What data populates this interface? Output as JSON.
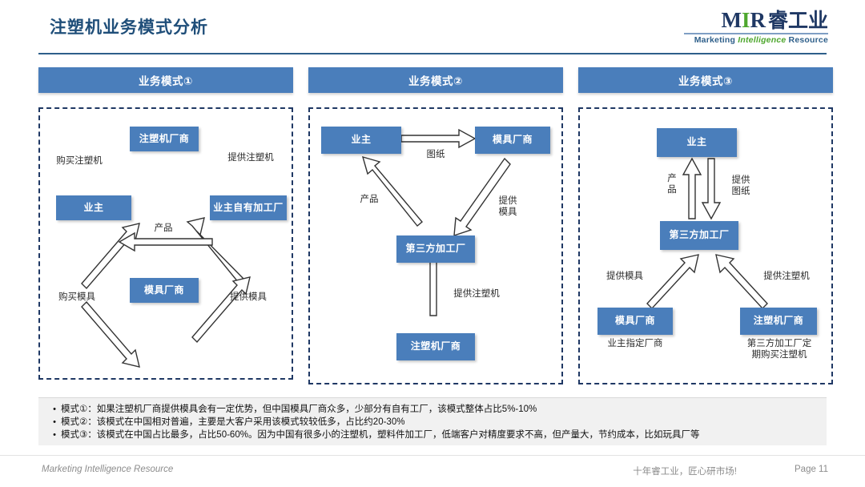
{
  "header": {
    "title": "注塑机业务模式分析",
    "logo": {
      "letter_m": "M",
      "letter_i": "I",
      "letter_r": "R",
      "brand_cn": "睿工业",
      "tagline_pre": "Marketing ",
      "tagline_em": "Intelligence",
      "tagline_post": " Resource",
      "accent_green": "#4ea72e",
      "accent_navy": "#1f3864"
    }
  },
  "theme": {
    "box_blue": "#4a7ebb",
    "title_blue": "#1f4e79",
    "dash_navy": "#1f3864"
  },
  "panels": [
    {
      "header": "业务模式①",
      "nodes": [
        {
          "id": "n1",
          "label": "注塑机厂商"
        },
        {
          "id": "n2",
          "label": "业主"
        },
        {
          "id": "n3",
          "label": "业主自有加工厂"
        },
        {
          "id": "n4",
          "label": "模具厂商"
        }
      ],
      "arrow_labels": [
        {
          "id": "a1",
          "text": "购买注塑机"
        },
        {
          "id": "a2",
          "text": "提供注塑机"
        },
        {
          "id": "a3",
          "text": "产品"
        },
        {
          "id": "a4",
          "text": "购买模具"
        },
        {
          "id": "a5",
          "text": "提供模具"
        }
      ]
    },
    {
      "header": "业务模式②",
      "nodes": [
        {
          "id": "n1",
          "label": "业主"
        },
        {
          "id": "n2",
          "label": "模具厂商"
        },
        {
          "id": "n3",
          "label": "第三方加工厂"
        },
        {
          "id": "n4",
          "label": "注塑机厂商"
        }
      ],
      "arrow_labels": [
        {
          "id": "a1",
          "text": "图纸"
        },
        {
          "id": "a2",
          "text": "提供\n模具"
        },
        {
          "id": "a3",
          "text": "产品"
        },
        {
          "id": "a4",
          "text": "提供注塑机"
        }
      ]
    },
    {
      "header": "业务模式③",
      "nodes": [
        {
          "id": "n1",
          "label": "业主"
        },
        {
          "id": "n2",
          "label": "第三方加工厂"
        },
        {
          "id": "n3",
          "label": "模具厂商"
        },
        {
          "id": "n4",
          "label": "注塑机厂商"
        }
      ],
      "arrow_labels": [
        {
          "id": "a1",
          "text": "产\n品"
        },
        {
          "id": "a2",
          "text": "提供\n图纸"
        },
        {
          "id": "a3",
          "text": "提供模具"
        },
        {
          "id": "a4",
          "text": "提供注塑机"
        }
      ],
      "notes": [
        {
          "id": "note1",
          "text": "业主指定厂商"
        },
        {
          "id": "note2",
          "text": "第三方加工厂定\n期购买注塑机"
        }
      ]
    }
  ],
  "bullets": [
    {
      "marker": "•",
      "text": "模式①：如果注塑机厂商提供模具会有一定优势，但中国模具厂商众多，少部分有自有工厂，该模式整体占比5%-10%"
    },
    {
      "marker": "•",
      "text": "模式②：该模式在中国相对普遍，主要是大客户采用该模式较较低多，占比约20-30%"
    },
    {
      "marker": "•",
      "text": "模式③：该模式在中国占比最多，占比50-60%。因为中国有很多小的注塑机，塑料件加工厂，低端客户对精度要求不高，但产量大，节约成本，比如玩具厂等"
    }
  ],
  "footer": {
    "left": "Marketing Intelligence Resource",
    "slogan": "十年睿工业，匠心研市场!",
    "page": "Page 11"
  }
}
